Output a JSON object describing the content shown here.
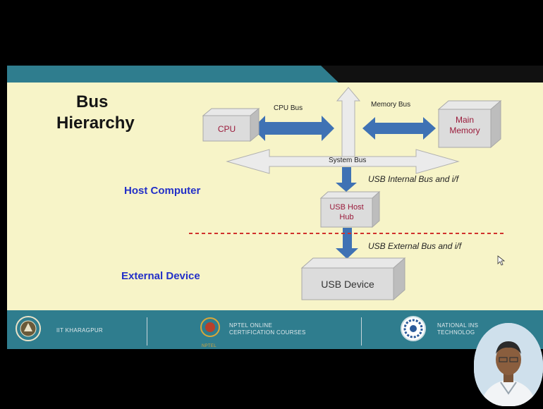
{
  "slide": {
    "title_line1": "Bus",
    "title_line2": "Hierarchy",
    "host_label": "Host Computer",
    "external_label": "External Device"
  },
  "diagram": {
    "cpu": "CPU",
    "main_memory_line1": "Main",
    "main_memory_line2": "Memory",
    "cpu_bus": "CPU Bus",
    "memory_bus": "Memory Bus",
    "system_bus": "System Bus",
    "usb_internal": "USB Internal Bus and i/f",
    "usb_host_hub_line1": "USB Host",
    "usb_host_hub_line2": "Hub",
    "usb_external": "USB External Bus and i/f",
    "usb_device": "USB Device"
  },
  "footer": {
    "iit": "IIT KHARAGPUR",
    "nptel_line1": "NPTEL ONLINE",
    "nptel_line2": "CERTIFICATION COURSES",
    "nptel_logo_text": "NPTEL",
    "national_line1": "NATIONAL INS",
    "national_line2": "TECHNOLOG"
  },
  "colors": {
    "slide_bg": "#f7f4c8",
    "arrow_blue": "#3f72b4",
    "box_gray": "#dcdcdc",
    "accent_teal": "#2f7d8e",
    "dashed_red": "#d0312d",
    "label_blue": "#2330c8"
  },
  "icons": [
    "iit-kharagpur-logo-icon",
    "nptel-logo-icon",
    "national-institute-logo-icon",
    "cursor-icon"
  ]
}
